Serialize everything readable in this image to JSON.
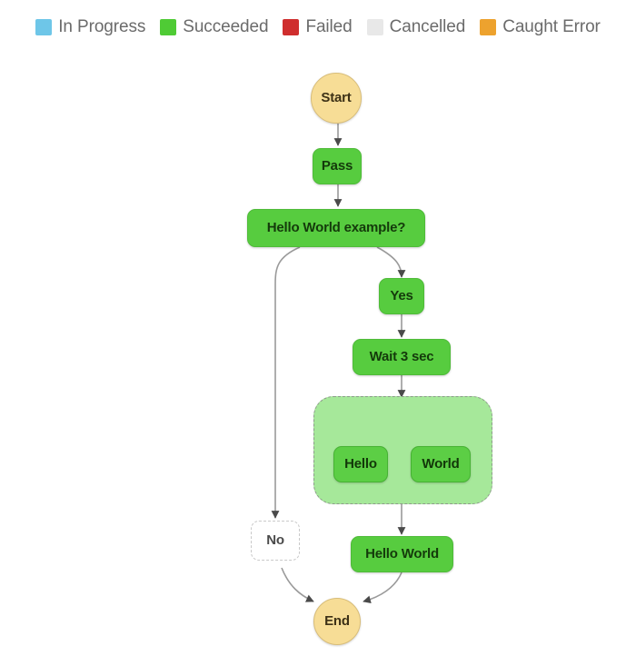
{
  "legend": {
    "items": [
      {
        "label": "In Progress",
        "color": "#6ec6e8"
      },
      {
        "label": "Succeeded",
        "color": "#4fcb35"
      },
      {
        "label": "Failed",
        "color": "#cf2e2e"
      },
      {
        "label": "Cancelled",
        "color": "#e8e8e8"
      },
      {
        "label": "Caught Error",
        "color": "#eda22e"
      }
    ]
  },
  "graph": {
    "nodes": [
      {
        "id": "start",
        "label": "Start",
        "status": "Caught Error"
      },
      {
        "id": "pass",
        "label": "Pass",
        "status": "Succeeded"
      },
      {
        "id": "choice",
        "label": "Hello World example?",
        "status": "Succeeded"
      },
      {
        "id": "yes",
        "label": "Yes",
        "status": "Succeeded"
      },
      {
        "id": "wait",
        "label": "Wait 3 sec",
        "status": "Succeeded"
      },
      {
        "id": "parallel",
        "label": "",
        "status": "Succeeded"
      },
      {
        "id": "hello",
        "label": "Hello",
        "status": "Succeeded"
      },
      {
        "id": "world",
        "label": "World",
        "status": "Succeeded"
      },
      {
        "id": "no",
        "label": "No",
        "status": "Cancelled"
      },
      {
        "id": "helloworld",
        "label": "Hello World",
        "status": "Succeeded"
      },
      {
        "id": "end",
        "label": "End",
        "status": "Caught Error"
      }
    ],
    "edges": [
      {
        "from": "start",
        "to": "pass"
      },
      {
        "from": "pass",
        "to": "choice"
      },
      {
        "from": "choice",
        "to": "no"
      },
      {
        "from": "choice",
        "to": "yes"
      },
      {
        "from": "yes",
        "to": "wait"
      },
      {
        "from": "wait",
        "to": "parallel"
      },
      {
        "from": "parallel",
        "to": "hello"
      },
      {
        "from": "parallel",
        "to": "world"
      },
      {
        "from": "parallel",
        "to": "helloworld"
      },
      {
        "from": "no",
        "to": "end"
      },
      {
        "from": "helloworld",
        "to": "end"
      }
    ]
  }
}
